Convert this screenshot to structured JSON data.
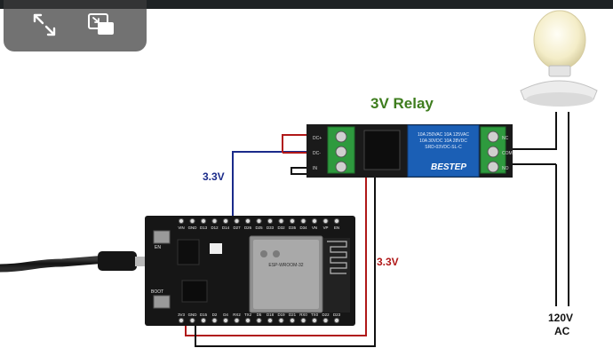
{
  "labels": {
    "relay_title": "3V Relay",
    "signal_voltage": "3.3V",
    "power_voltage": "3.3V",
    "mains_voltage": "120V",
    "mains_type": "AC"
  },
  "relay": {
    "pins_left": [
      "DC+",
      "DC-",
      "IN"
    ],
    "pins_right": [
      "NC",
      "COM",
      "NO"
    ],
    "brand": "BESTEP",
    "spec_lines": [
      "10A 250VAC 10A 125VAC",
      "10A 30VDC 10A 28VDC",
      "SRD-03VDC-SL-C"
    ]
  },
  "esp32": {
    "top_pins": [
      "VIN",
      "GND",
      "D13",
      "D12",
      "D14",
      "D27",
      "D26",
      "D25",
      "D33",
      "D32",
      "D35",
      "D34",
      "VN",
      "VP",
      "EN"
    ],
    "bottom_pins": [
      "3V3",
      "GND",
      "D15",
      "D2",
      "D4",
      "RX2",
      "TX2",
      "D5",
      "D18",
      "D19",
      "D21",
      "RX0",
      "TX0",
      "D22",
      "D23"
    ],
    "en_label": "EN",
    "boot_label": "BOOT",
    "module_label": "ESP-WROOM-32"
  },
  "colors": {
    "wire_signal": "#1a2a8a",
    "wire_power": "#b01818",
    "wire_ground": "#111111",
    "relay_text": "#3e7d1e",
    "relay_board": "#1a1a1a",
    "terminal": "#2e9a3e",
    "coil": "#1b5fb5"
  },
  "overlay": {
    "buttons": [
      {
        "icon": "expand-arrows-icon"
      },
      {
        "icon": "picture-in-picture-icon"
      }
    ]
  }
}
